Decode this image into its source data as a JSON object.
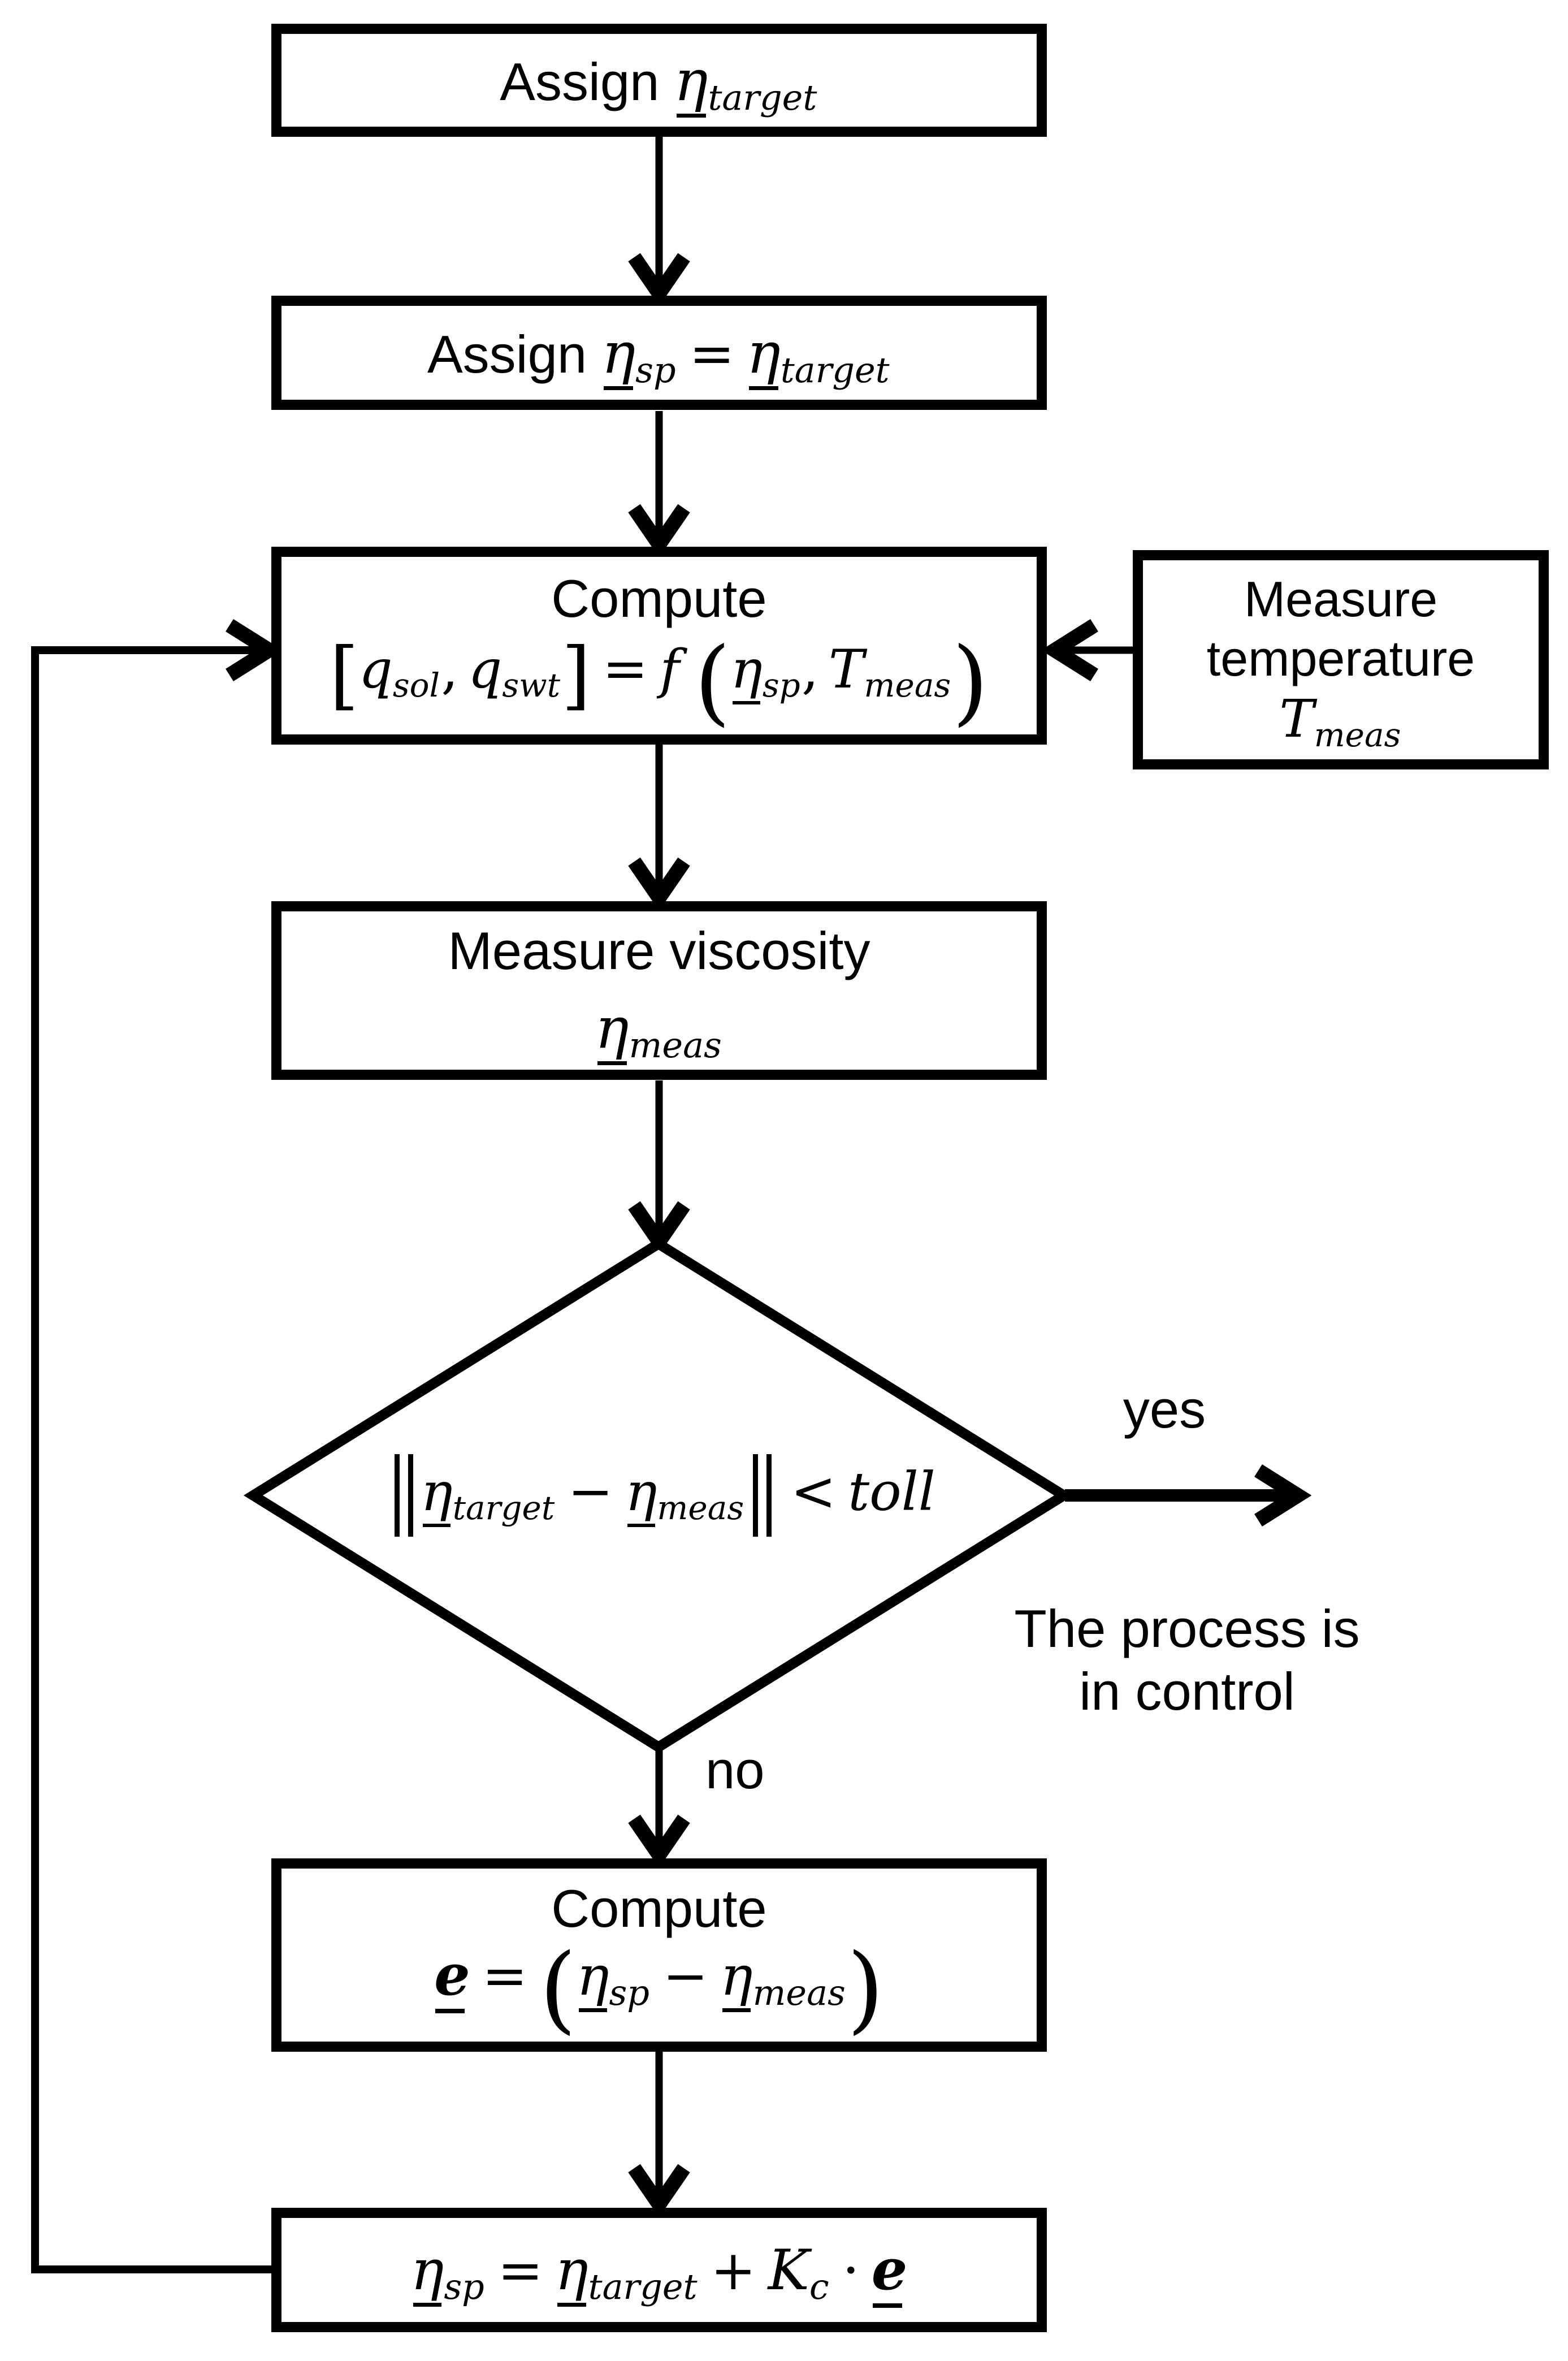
{
  "colors": {
    "ink": "#000000",
    "background": "#ffffff"
  },
  "box_assign_target": {
    "assign": "Assign",
    "eta": "η",
    "sub": "target"
  },
  "box_assign_sp": {
    "assign": "Assign",
    "eta1": "η",
    "sub1": "sp",
    "eq": "=",
    "eta2": "η",
    "sub2": "target"
  },
  "box_compute_q": {
    "title": "Compute",
    "lbracket": "[",
    "q1": "q",
    "sub1": "sol",
    "comma1": ",",
    "q2": "q",
    "sub2": "swt",
    "rbracket": "]",
    "eq": "=",
    "f": "f",
    "lparen": "(",
    "eta": "η",
    "sub3": "sp",
    "comma2": ",",
    "T": "T",
    "sub4": "meas",
    "rparen": ")"
  },
  "box_measure_temp": {
    "line1": "Measure",
    "line2": "temperature",
    "T": "T",
    "sub": "meas"
  },
  "box_measure_visc": {
    "line1": "Measure viscosity",
    "eta": "η",
    "sub": "meas"
  },
  "diamond": {
    "eta1": "η",
    "sub1": "target",
    "minus": "−",
    "eta2": "η",
    "sub2": "meas",
    "lt": "<",
    "toll": "toll"
  },
  "labels": {
    "yes": "yes",
    "no": "no",
    "process_line1": "The process is",
    "process_line2": "in control"
  },
  "box_compute_e": {
    "title": "Compute",
    "e": "e",
    "eq": "=",
    "lparen": "(",
    "eta1": "η",
    "sub1": "sp",
    "minus": "−",
    "eta2": "η",
    "sub2": "meas",
    "rparen": ")"
  },
  "box_update_sp": {
    "eta1": "η",
    "sub1": "sp",
    "eq": "=",
    "eta2": "η",
    "sub2": "target",
    "plus": "+",
    "K": "K",
    "subK": "c",
    "dot": "·",
    "e": "e"
  }
}
